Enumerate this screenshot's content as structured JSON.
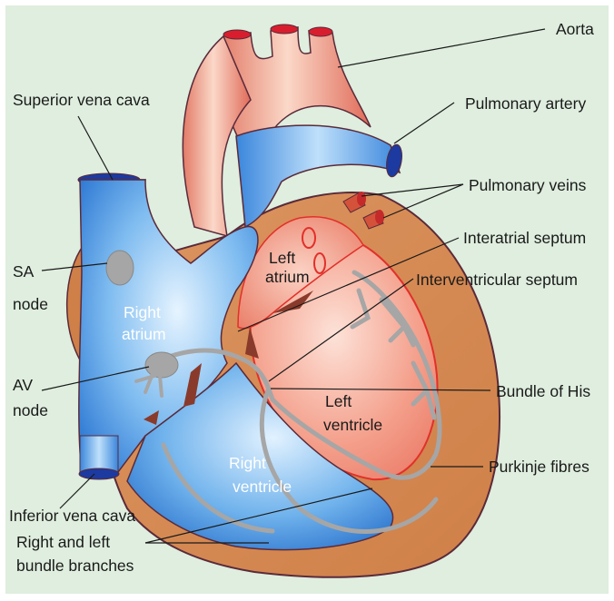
{
  "colors": {
    "background": "#dfeede",
    "border": "#ffffff",
    "myocardium": "#d58a50",
    "left_heart": "#ee7e6c",
    "right_heart": "#4a98e6",
    "vessel_red": "#e0283a",
    "conduction": "#a6a6a6",
    "outline": "#5a2a3a"
  },
  "labels": {
    "aorta": "Aorta",
    "superior_vena_cava": "Superior vena cava",
    "pulmonary_artery": "Pulmonary artery",
    "pulmonary_veins": "Pulmonary veins",
    "interatrial_septum": "Interatrial septum",
    "interventricular_septum": "Interventricular septum",
    "sa_node_line1": "SA",
    "sa_node_line2": "node",
    "left_atrium_line1": "Left",
    "left_atrium_line2": "atrium",
    "right_atrium_line1": "Right",
    "right_atrium_line2": "atrium",
    "av_node_line1": "AV",
    "av_node_line2": "node",
    "bundle_of_his": "Bundle of His",
    "left_ventricle_line1": "Left",
    "left_ventricle_line2": "ventricle",
    "right_ventricle_line1": "Right",
    "right_ventricle_line2": "ventricle",
    "purkinje_fibres": "Purkinje fibres",
    "inferior_vena_cava": "Inferior vena cava",
    "bundle_branches_line1": "Right and left",
    "bundle_branches_line2": "bundle branches"
  }
}
